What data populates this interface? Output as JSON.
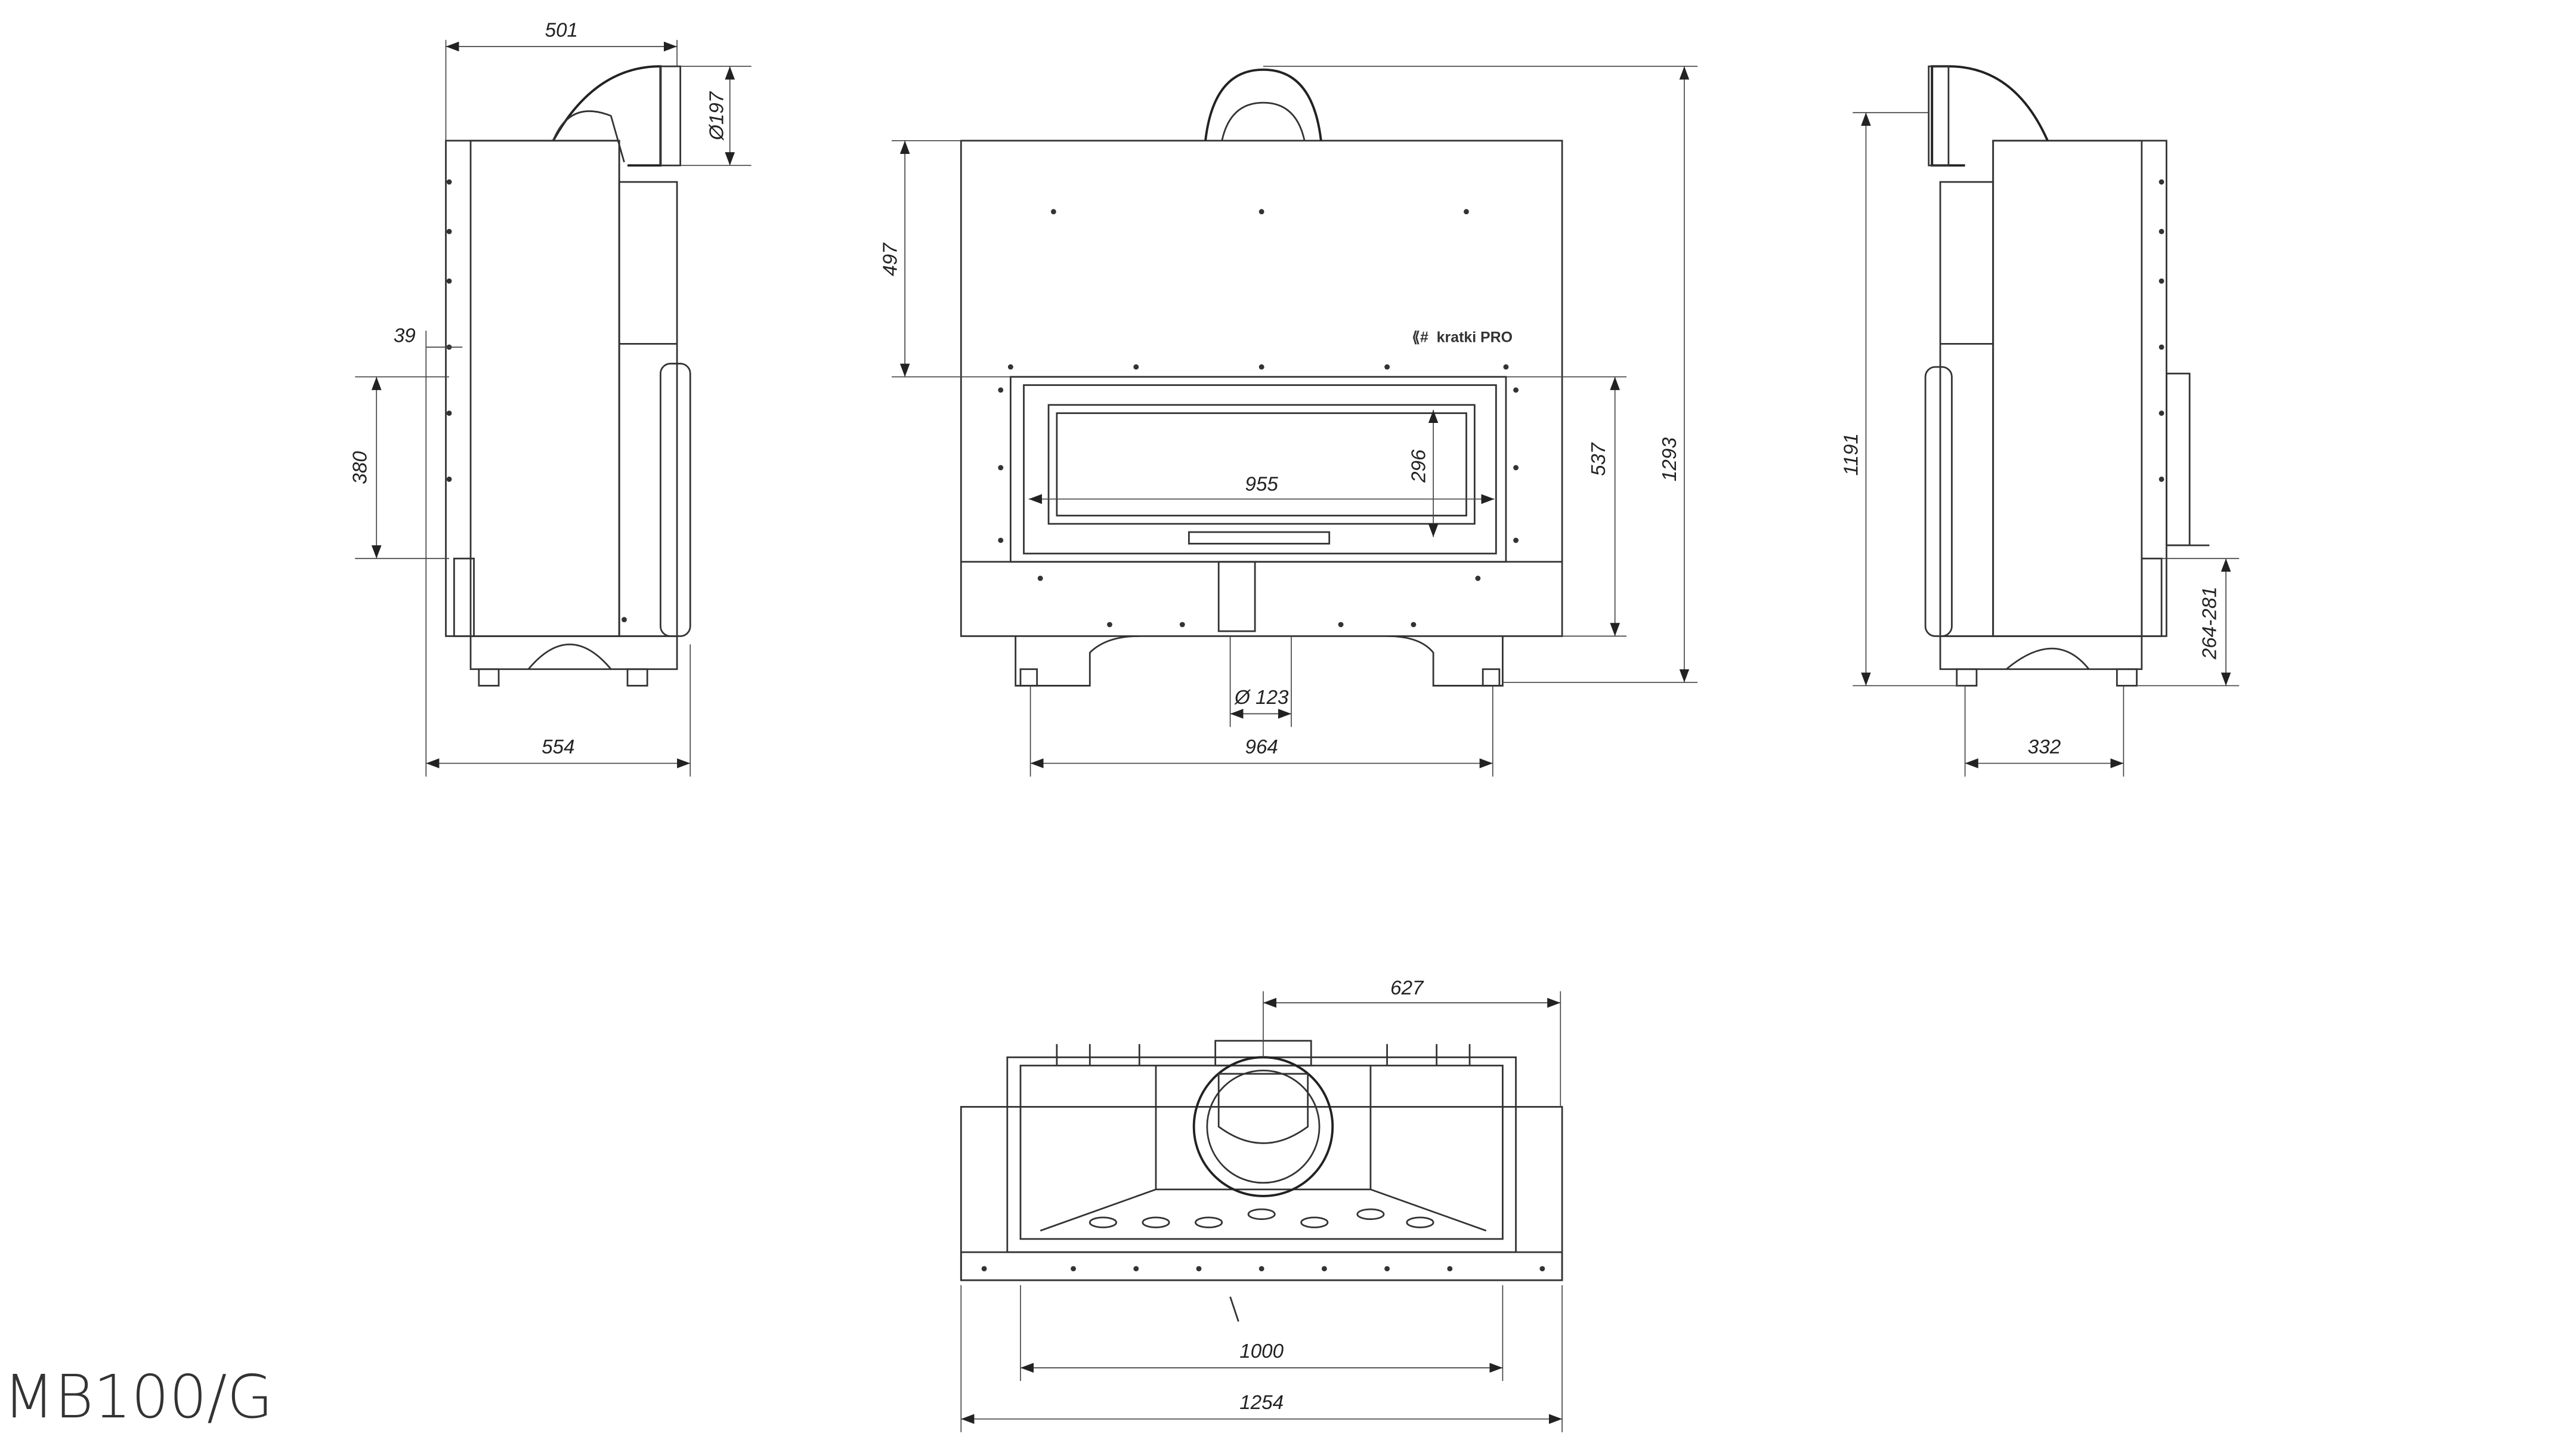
{
  "title": "MB100/G",
  "logo": "kratki PRO",
  "side_view_left": {
    "top_width": "501",
    "flue_diameter": "Ø197",
    "offset": "39",
    "height": "380",
    "depth": "554"
  },
  "front_view": {
    "top_height": "497",
    "glass_width": "955",
    "glass_height": "296",
    "door_height": "537",
    "total_height": "1293",
    "air_inlet_diameter": "Ø 123",
    "base_width": "964"
  },
  "side_view_right": {
    "height": "1191",
    "leg_range": "264-281",
    "leg_width": "332"
  },
  "top_view": {
    "flue_offset": "627",
    "inner_width": "1000",
    "total_width": "1254"
  }
}
